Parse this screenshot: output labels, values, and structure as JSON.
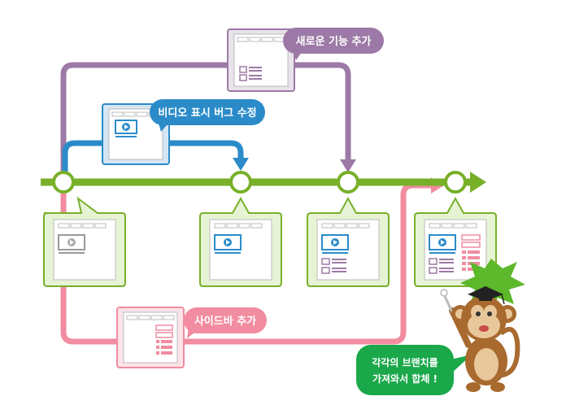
{
  "labels": {
    "new_feature": "새로운 기능 추가",
    "video_fix": "비디오 표시 버그 수정",
    "sidebar": "사이드바 추가",
    "merge_line1": "각각의 브랜치를",
    "merge_line2": "가져와서 합체 !"
  },
  "colors": {
    "mainline": "#78b02a",
    "feature_branch": "#9c79a6",
    "video_branch": "#2b8bc9",
    "sidebar_branch": "#f28ca0",
    "merge_bubble": "#1aa84a",
    "node_fill_green": "#e7f3d5"
  },
  "icons": {
    "video": "play-video-icon",
    "mascot": "monkey-graduate-icon"
  }
}
